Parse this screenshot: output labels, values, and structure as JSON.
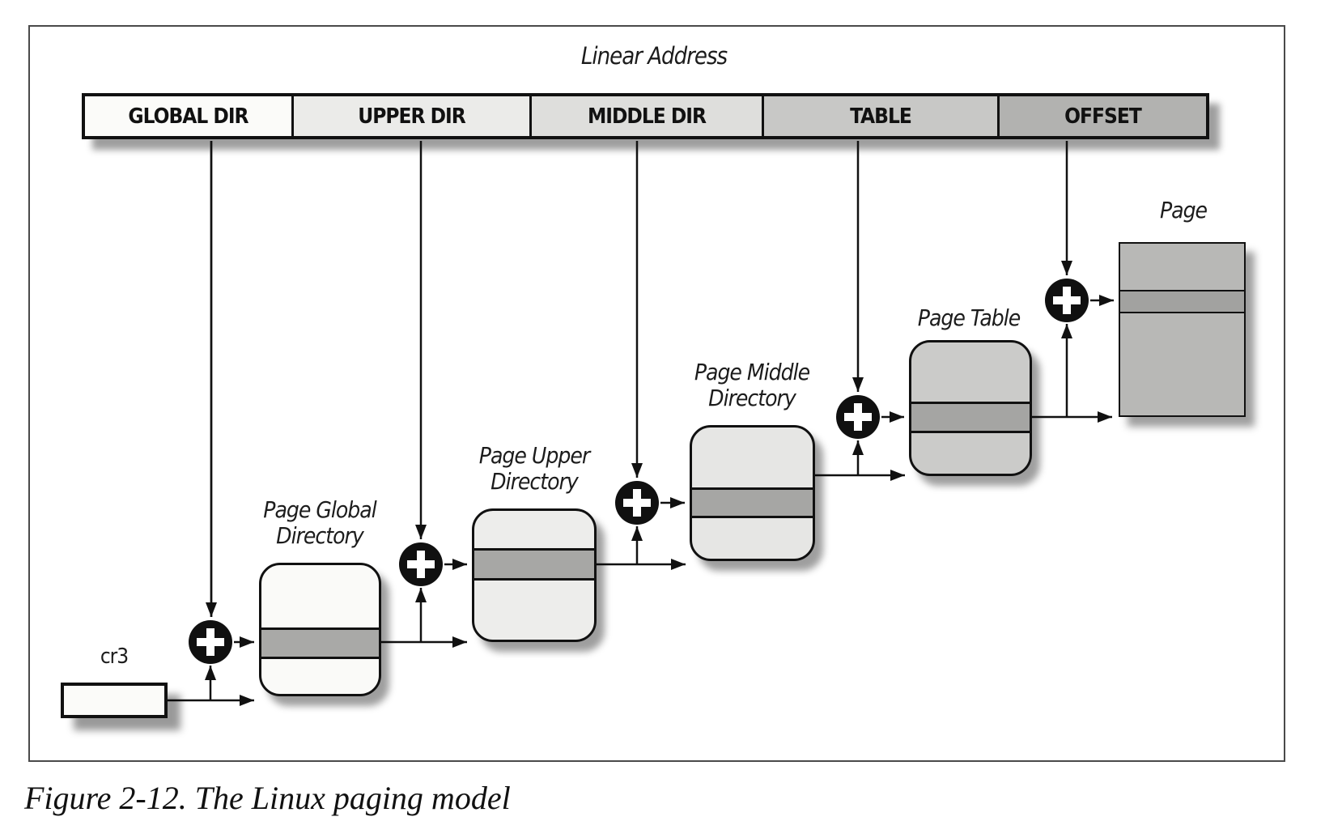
{
  "figure": {
    "title": "Linear Address",
    "caption": "Figure 2-12. The Linux paging model"
  },
  "linear_address_fields": [
    {
      "label": "GLOBAL DIR",
      "fill": "#fbfbf9"
    },
    {
      "label": "UPPER DIR",
      "fill": "#ebebe9"
    },
    {
      "label": "MIDDLE DIR",
      "fill": "#dededc"
    },
    {
      "label": "TABLE",
      "fill": "#c8c8c6"
    },
    {
      "label": "OFFSET",
      "fill": "#b2b2b0"
    }
  ],
  "registers": {
    "cr3": "cr3"
  },
  "tables": [
    {
      "label": "Page Global\nDirectory",
      "fill": "#fafaf8",
      "band_fill": "#a9a9a7"
    },
    {
      "label": "Page Upper\nDirectory",
      "fill": "#ededeb",
      "band_fill": "#a7a7a5"
    },
    {
      "label": "Page Middle\nDirectory",
      "fill": "#e6e6e4",
      "band_fill": "#a6a6a4"
    },
    {
      "label": "Page Table",
      "fill": "#cbcbc9",
      "band_fill": "#a5a5a3"
    },
    {
      "label": "Page",
      "fill": "#b8b8b6",
      "band_fill": "#a2a2a0"
    }
  ],
  "icons": {
    "plus_icon": "adder-cross-in-circle"
  }
}
